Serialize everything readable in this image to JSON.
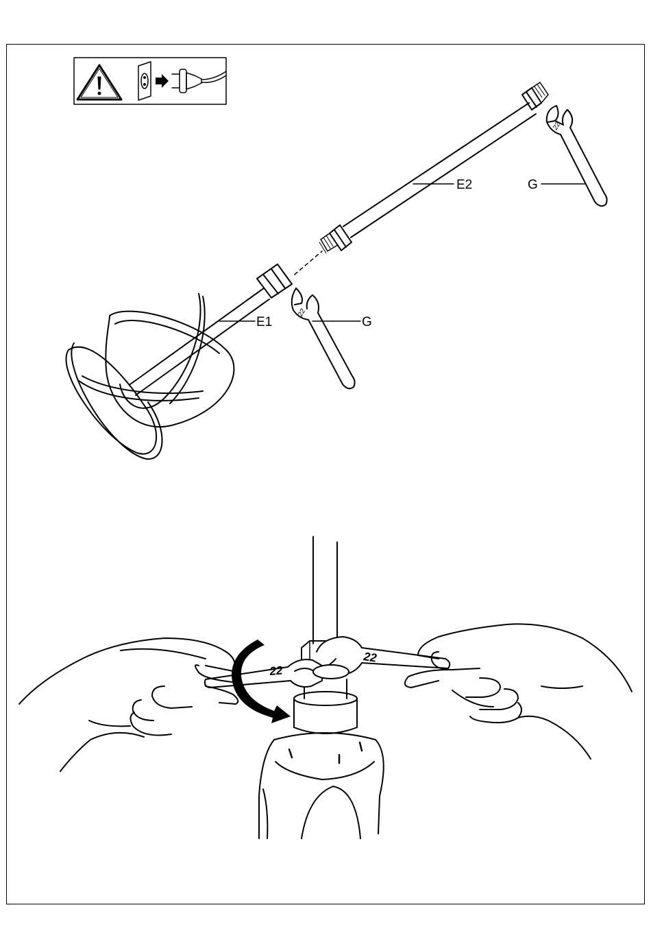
{
  "figure1": {
    "labels": {
      "extension": "E2",
      "wrench_top": "G",
      "paddle_shaft": "E1",
      "wrench_mid": "G"
    },
    "wrench_size_mark": "22"
  },
  "figure2": {
    "wrench_left_mark": "22",
    "wrench_right_mark": "22"
  },
  "warning": {
    "icons": [
      "warning-triangle-icon",
      "wall-socket-icon",
      "arrow-right-icon",
      "plug-icon"
    ]
  }
}
